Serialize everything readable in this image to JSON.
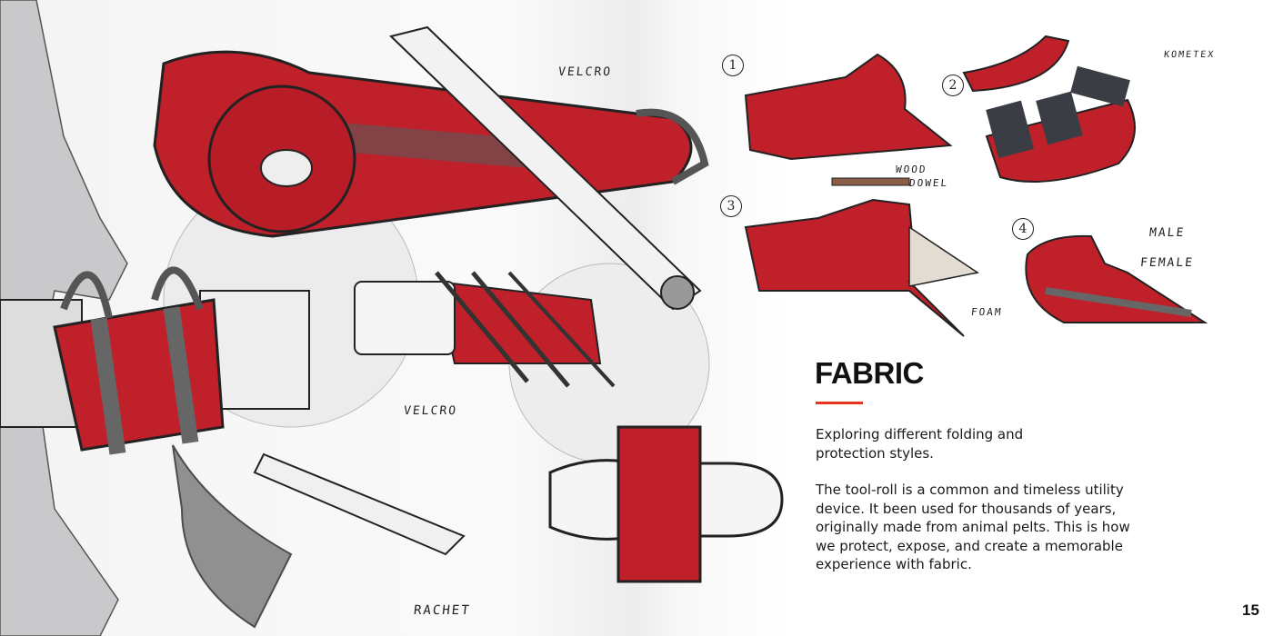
{
  "page": {
    "title": "FABRIC",
    "intro": "Exploring different folding and protection styles.",
    "body": "The tool-roll is a common and timeless utility device. It been used for thousands of years, originally made from animal pelts. This is how we protect, expose, and create a memorable experience with fabric.",
    "page_number": "15"
  },
  "sketch_labels": {
    "velcro_top": "VELCRO",
    "velcro_bottom": "VELCRO",
    "rachet": "RACHET",
    "kometex": "KOMETEX",
    "wood": "WOOD",
    "dowel": "DOWEL",
    "foam": "FOAM",
    "male": "MALE",
    "female": "FEMALE",
    "step1": "1",
    "step2": "2",
    "step3": "3",
    "step4": "4"
  },
  "colors": {
    "accent": "#e8321e",
    "fabric_red": "#c0202a",
    "kometex": "#3a3d44"
  }
}
